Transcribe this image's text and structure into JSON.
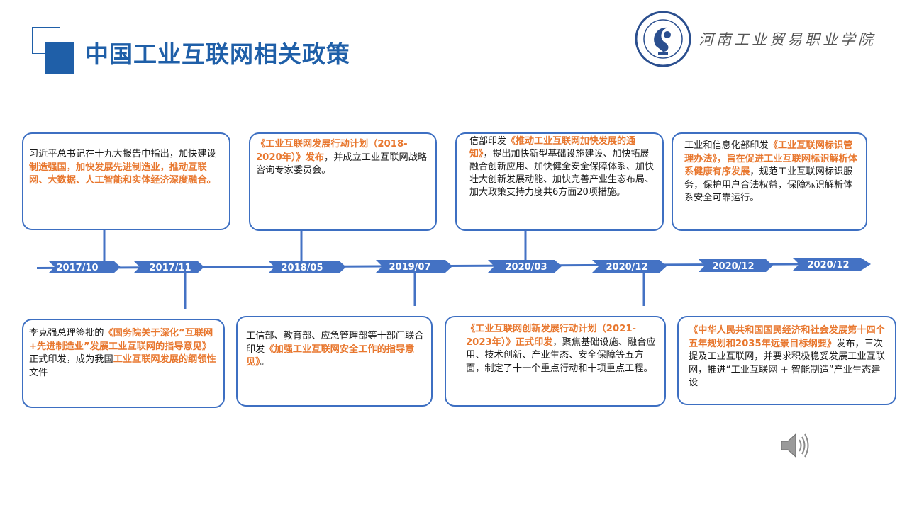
{
  "header": {
    "title": "中国工业互联网相关政策",
    "school_name": "河南工业贸易职业学院"
  },
  "timeline": {
    "dates": [
      "2017/10",
      "2017/11",
      "2018/05",
      "2019/07",
      "2020/03",
      "2020/12",
      "2020/12",
      "2020/12"
    ]
  },
  "events_top": [
    {
      "segments": [
        {
          "text": "习近平总书记在十九大报告中指出，加快建设",
          "hl": false
        },
        {
          "text": "制造强国，加快发展先进制造业，推动互联网、大数据、人工智能和实体经济深度融合。",
          "hl": true
        }
      ]
    },
    {
      "segments": [
        {
          "text": "《工业互联网发展行动计划（2018-2020年）》发布",
          "hl": true
        },
        {
          "text": "，并成立工业互联网战略咨询专家委员会。",
          "hl": false
        }
      ]
    },
    {
      "segments": [
        {
          "text": "信部印发",
          "hl": false
        },
        {
          "text": "《推动工业互联网加快发展的通知》",
          "hl": true
        },
        {
          "text": "，提出加快新型基础设施建设、加快拓展融合创新应用、加快健全安全保障体系、加快壮大创新发展动能、加快完善产业生态布局、加大政策支持力度共6方面20项措施。",
          "hl": false
        }
      ]
    },
    {
      "segments": [
        {
          "text": "工业和信息化部印发",
          "hl": false
        },
        {
          "text": "《工业互联网标识管理办法》，旨在促进工业互联网标识解析体系健康有序发展",
          "hl": true
        },
        {
          "text": "，规范工业互联网标识服务，保护用户合法权益，保障标识解析体系安全可靠运行。",
          "hl": false
        }
      ]
    }
  ],
  "events_bottom": [
    {
      "segments": [
        {
          "text": "李克强总理签批的",
          "hl": false
        },
        {
          "text": "《国务院关于深化“互联网+先进制造业”发展工业互联网的指导意见》",
          "hl": true
        },
        {
          "text": "正式印发，成为我国",
          "hl": false
        },
        {
          "text": "工业互联网发展的纲领性",
          "hl": true
        },
        {
          "text": "文件",
          "hl": false
        }
      ]
    },
    {
      "segments": [
        {
          "text": "工信部、教育部、应急管理部等十部门联合印发",
          "hl": false
        },
        {
          "text": "《加强工业互联网安全工作的指导意见》",
          "hl": true
        },
        {
          "text": "。",
          "hl": false
        }
      ]
    },
    {
      "segments": [
        {
          "text": "《工业互联网创新发展行动计划（2021-2023年）》正式印发",
          "hl": true
        },
        {
          "text": "，聚焦基础设施、融合应用、技术创新、产业生态、安全保障等五方面，制定了十一个重点行动和十项重点工程。",
          "hl": false
        }
      ]
    },
    {
      "segments": [
        {
          "text": "《中华人民共和国国民经济和社会发展第十四个五年规划和2035年远景目标纲要》",
          "hl": true
        },
        {
          "text": "发布，三次提及工业互联网，并要求积极稳妥发展工业互联网，推进“工业互联网 + 智能制造”产业生态建设",
          "hl": false
        }
      ]
    }
  ],
  "colors": {
    "primary": "#1f5fa8",
    "arrow": "#4472c4",
    "highlight": "#e8772e"
  },
  "icons": [
    "speaker-icon",
    "school-seal-icon"
  ]
}
